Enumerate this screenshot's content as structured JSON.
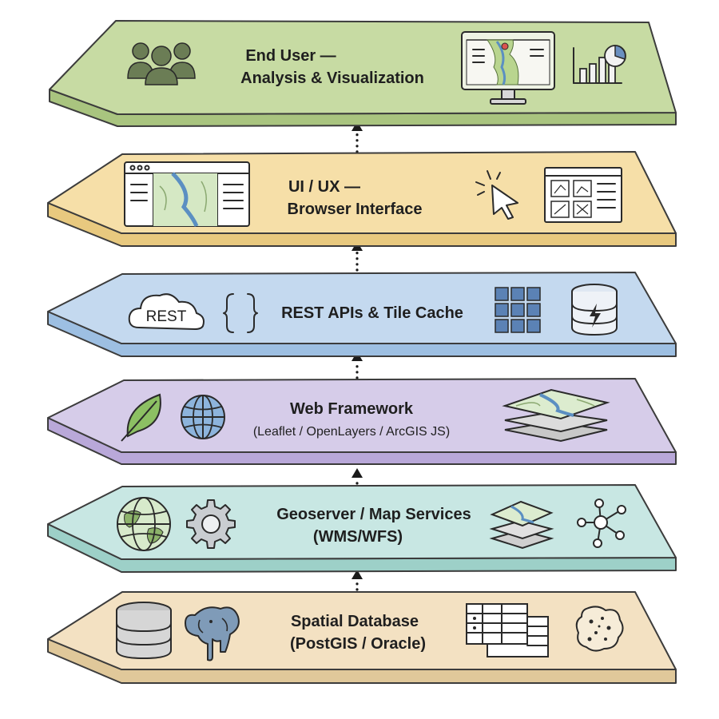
{
  "layers": [
    {
      "id": "end-user",
      "title": "End User —",
      "subtitle": "Analysis & Visualization",
      "colors": {
        "top": "#c7dba3",
        "side": "#a9c47f",
        "stroke": "#3c3c3c"
      },
      "icons": [
        "users-icon",
        "monitor-map-icon",
        "bar-pie-chart-icon"
      ]
    },
    {
      "id": "ui-ux",
      "title": "UI / UX —",
      "subtitle": "Browser Interface",
      "colors": {
        "top": "#f6dfa8",
        "side": "#e8c97f",
        "stroke": "#3c3c3c"
      },
      "icons": [
        "browser-map-icon",
        "cursor-click-icon",
        "dashboard-grid-icon"
      ]
    },
    {
      "id": "rest-api",
      "title": "REST APIs & Tile Cache",
      "subtitle": "",
      "rest_label": "REST",
      "colors": {
        "top": "#c4d9ef",
        "side": "#9dbfe2",
        "stroke": "#3c3c3c"
      },
      "icons": [
        "rest-cloud-icon",
        "curly-braces-icon",
        "tile-grid-icon",
        "cache-database-icon"
      ]
    },
    {
      "id": "web-framework",
      "title": "Web Framework",
      "subtitle": "(Leaflet / OpenLayers / ArcGIS JS)",
      "colors": {
        "top": "#d6cce9",
        "side": "#b9a8d9",
        "stroke": "#3c3c3c"
      },
      "icons": [
        "leaf-icon",
        "globe-icon",
        "map-layers-icon"
      ]
    },
    {
      "id": "geoserver",
      "title": "Geoserver / Map Services",
      "subtitle": "(WMS/WFS)",
      "colors": {
        "top": "#c8e7e3",
        "side": "#9dd0c8",
        "stroke": "#3c3c3c"
      },
      "icons": [
        "globe-icon",
        "gear-icon",
        "map-layers-icon",
        "network-nodes-icon"
      ]
    },
    {
      "id": "spatial-db",
      "title": "Spatial Database",
      "subtitle": "(PostGIS / Oracle)",
      "colors": {
        "top": "#f3e1c2",
        "side": "#e0c89a",
        "stroke": "#3c3c3c"
      },
      "icons": [
        "database-cylinder-icon",
        "elephant-icon",
        "table-sheets-icon",
        "point-cloud-icon"
      ]
    }
  ],
  "arrow_color": "#1a1a1a"
}
